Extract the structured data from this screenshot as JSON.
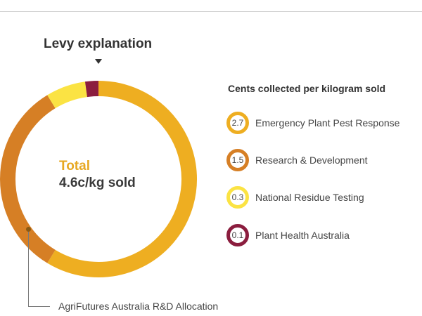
{
  "chart_data": {
    "type": "pie",
    "title": "Levy explanation",
    "center_label": "Total",
    "center_value": "4.6c/kg sold",
    "legend_title": "Cents collected per kilogram sold",
    "annotation": "AgriFutures Australia R&D Allocation",
    "slices": [
      {
        "name": "Emergency Plant Pest Response",
        "value": 2.7,
        "display": "2.7",
        "color": "#eeae21"
      },
      {
        "name": "Research & Development",
        "value": 1.5,
        "display": "1.5",
        "color": "#d67f25"
      },
      {
        "name": "National Residue Testing",
        "value": 0.3,
        "display": "0.3",
        "color": "#fbe343"
      },
      {
        "name": "Plant Health Australia",
        "value": 0.1,
        "display": "0.1",
        "color": "#8b1d3e"
      }
    ]
  }
}
